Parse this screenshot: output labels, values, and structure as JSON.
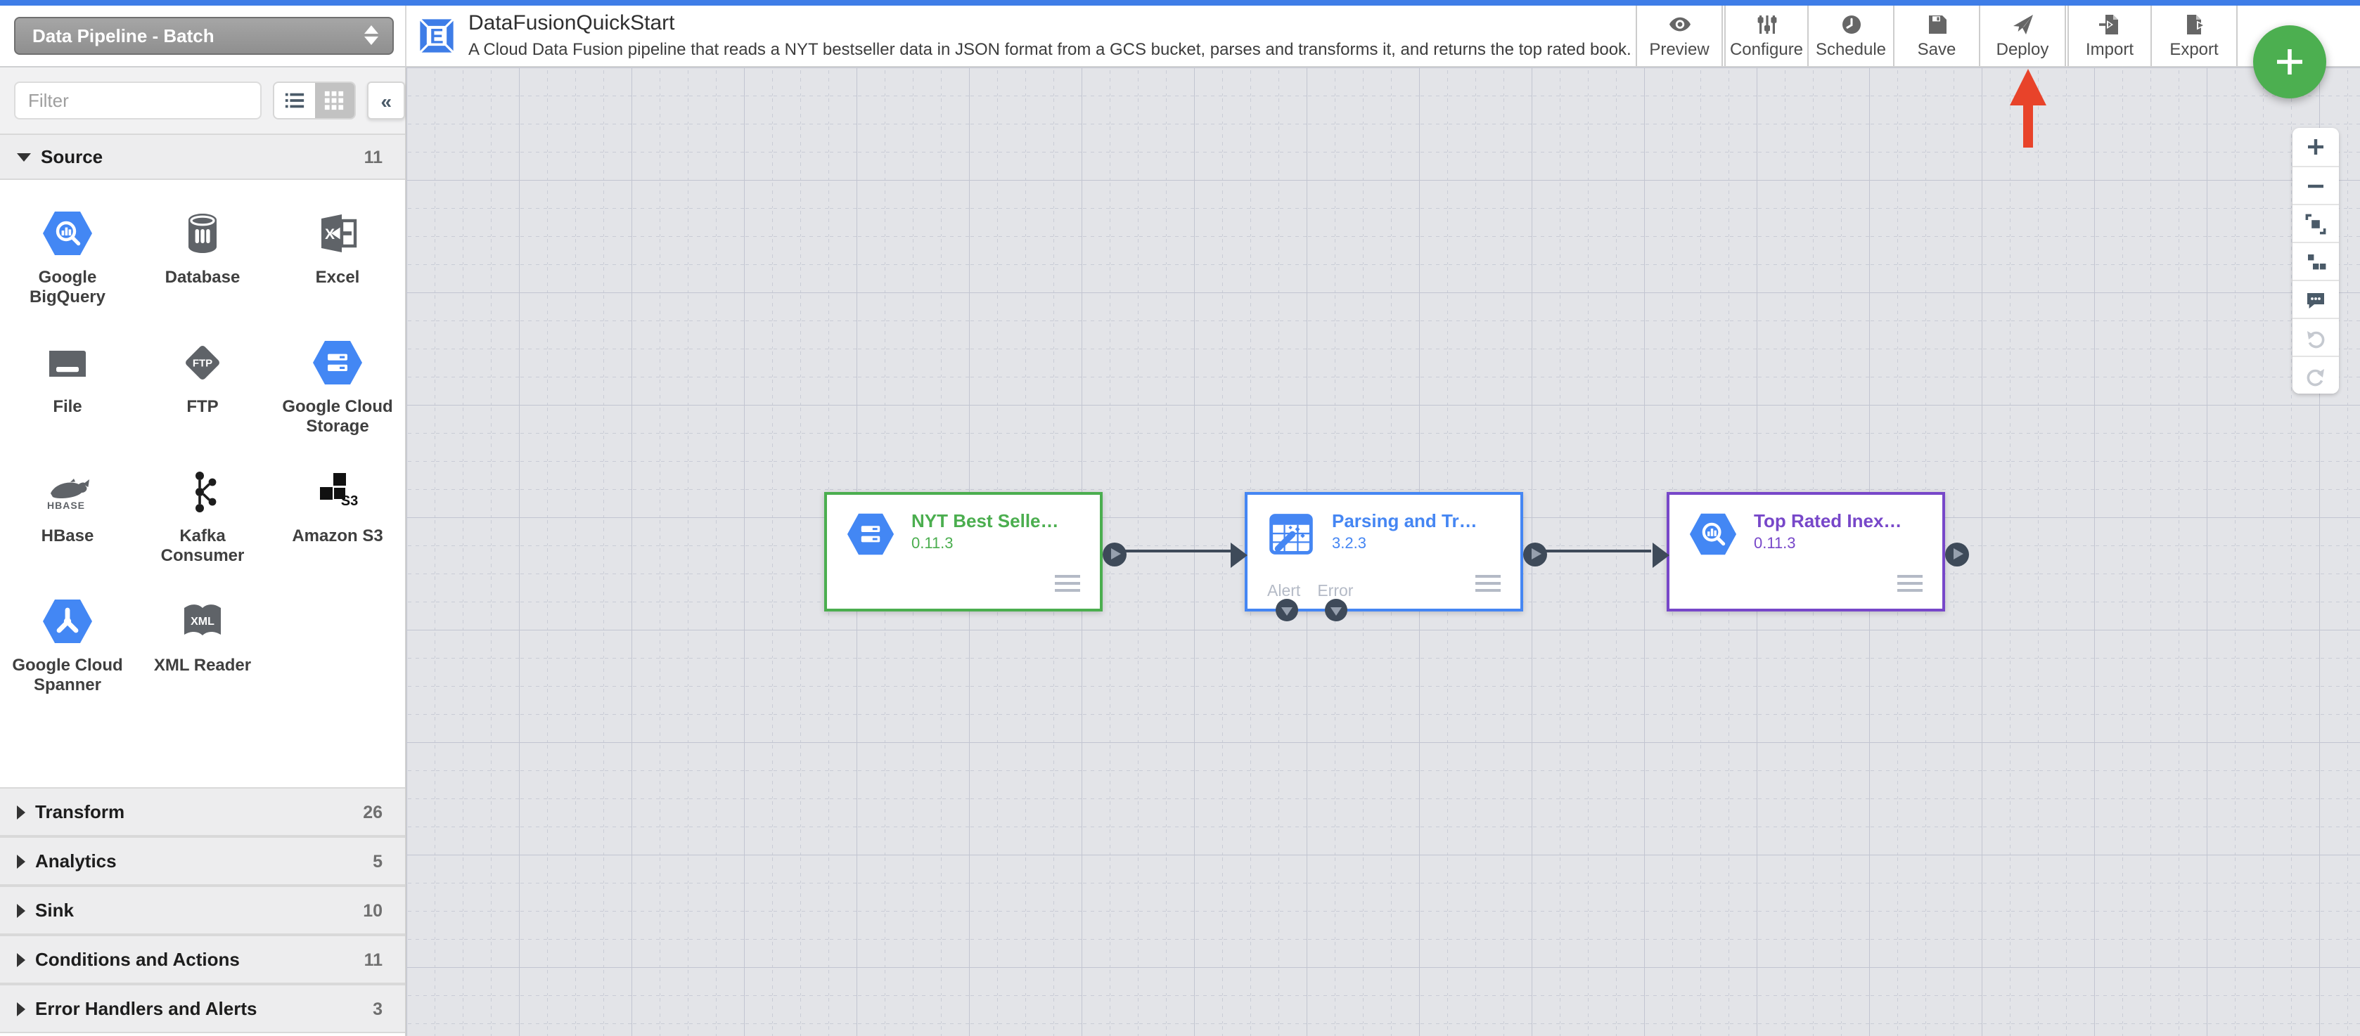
{
  "colors": {
    "topbar_blue": "#3E7DE7",
    "fab_green": "#4CAF50",
    "arrow_red": "#E8432A",
    "wire_dark": "#3E4A59"
  },
  "header": {
    "pipeline_type_selector": "Data Pipeline - Batch",
    "title": "DataFusionQuickStart",
    "description": "A Cloud Data Fusion pipeline that reads a NYT bestseller data in JSON format from a GCS bucket, parses and transforms it, and returns the top rated book...",
    "actions": [
      {
        "label": "Preview",
        "icon": "eye-icon"
      },
      {
        "label": "Configure",
        "icon": "sliders-icon"
      },
      {
        "label": "Schedule",
        "icon": "clock-icon"
      },
      {
        "label": "Save",
        "icon": "floppy-icon"
      },
      {
        "label": "Deploy",
        "icon": "paper-plane-icon"
      },
      {
        "label": "Import",
        "icon": "import-icon"
      },
      {
        "label": "Export",
        "icon": "export-icon"
      }
    ]
  },
  "sidebar": {
    "filter_placeholder": "Filter",
    "view_modes": [
      "list",
      "grid"
    ],
    "active_view": "grid",
    "sections": [
      {
        "label": "Source",
        "count": "11",
        "expanded": true
      },
      {
        "label": "Transform",
        "count": "26",
        "expanded": false
      },
      {
        "label": "Analytics",
        "count": "5",
        "expanded": false
      },
      {
        "label": "Sink",
        "count": "10",
        "expanded": false
      },
      {
        "label": "Conditions and Actions",
        "count": "11",
        "expanded": false
      },
      {
        "label": "Error Handlers and Alerts",
        "count": "3",
        "expanded": false
      }
    ],
    "sources": [
      {
        "label": "Google BigQuery",
        "icon": "bigquery-icon"
      },
      {
        "label": "Database",
        "icon": "database-icon"
      },
      {
        "label": "Excel",
        "icon": "excel-icon"
      },
      {
        "label": "File",
        "icon": "folder-icon"
      },
      {
        "label": "FTP",
        "icon": "ftp-icon"
      },
      {
        "label": "Google Cloud Storage",
        "icon": "gcs-icon"
      },
      {
        "label": "HBase",
        "icon": "hbase-icon"
      },
      {
        "label": "Kafka Consumer",
        "icon": "kafka-icon"
      },
      {
        "label": "Amazon S3",
        "icon": "s3-icon"
      },
      {
        "label": "Google Cloud Spanner",
        "icon": "spanner-icon"
      },
      {
        "label": "XML Reader",
        "icon": "xml-icon"
      }
    ]
  },
  "canvas": {
    "nodes": [
      {
        "title": "NYT Best Selle…",
        "version": "0.11.3",
        "color": "#4BAE4F",
        "icon": "gcs-icon"
      },
      {
        "title": "Parsing and Tr…",
        "version": "3.2.3",
        "color": "#4586F3",
        "icon": "wrangler-icon",
        "ports": [
          "Alert",
          "Error"
        ]
      },
      {
        "title": "Top Rated Inex…",
        "version": "0.11.3",
        "color": "#7747C9",
        "icon": "bigquery-icon"
      }
    ],
    "zoom_controls": [
      "zoom-in",
      "zoom-out",
      "fit-to-screen",
      "align-nodes",
      "add-comment",
      "undo",
      "redo"
    ]
  },
  "annotation": {
    "arrow_points_to": "Deploy"
  }
}
